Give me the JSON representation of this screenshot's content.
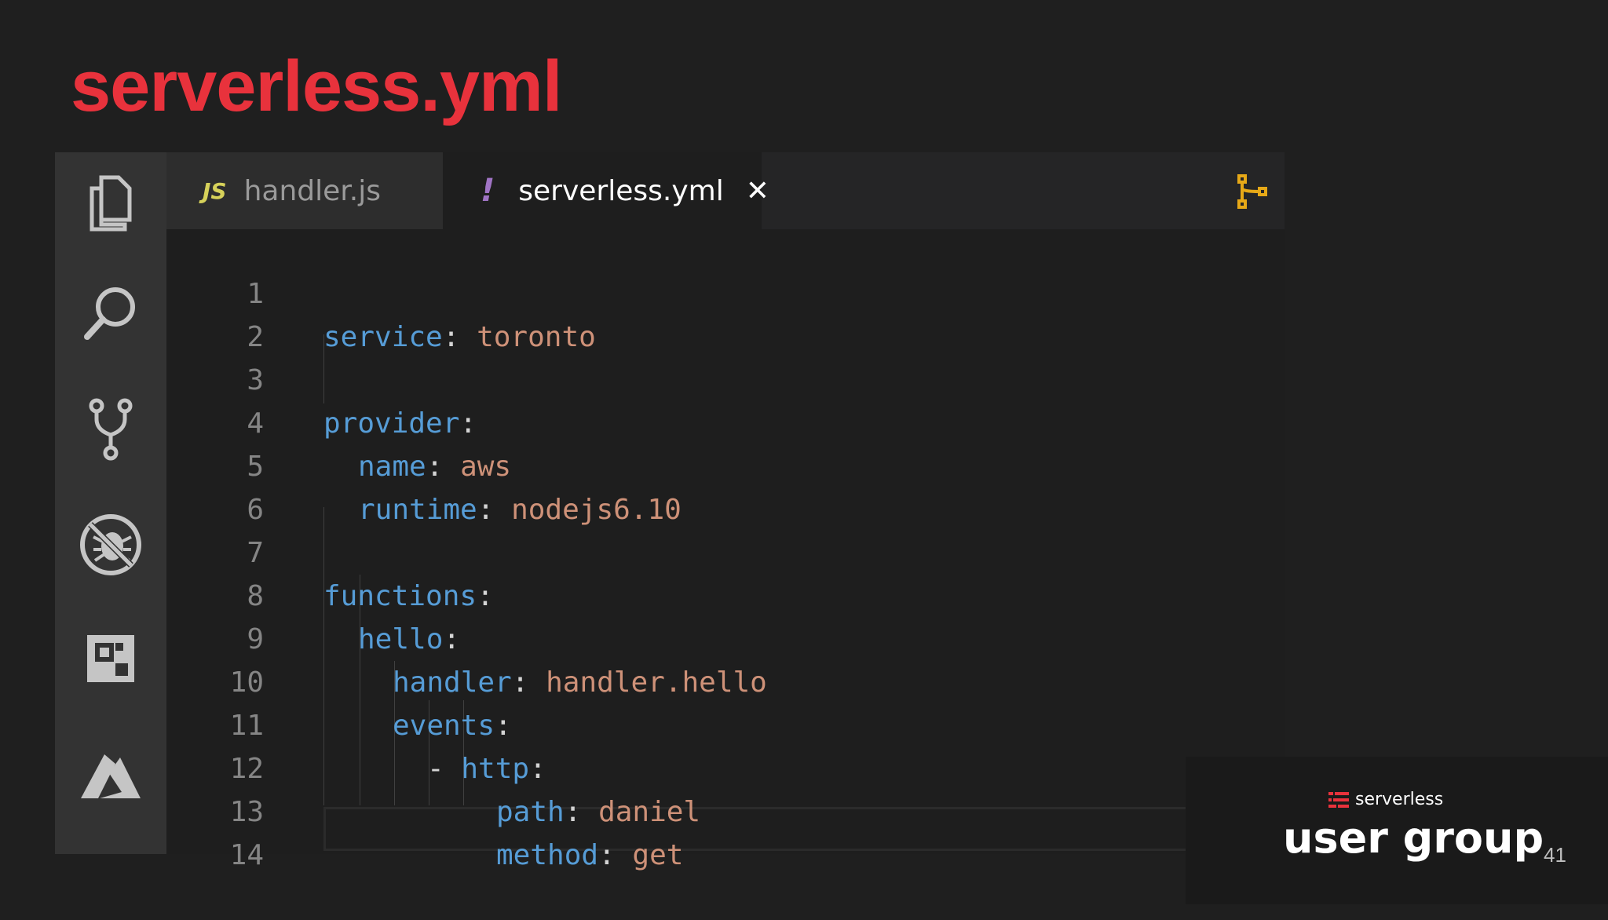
{
  "slide": {
    "title": "serverless.yml",
    "page_number": "41"
  },
  "activity_bar": {
    "items": [
      {
        "name": "explorer-icon"
      },
      {
        "name": "search-icon"
      },
      {
        "name": "source-control-icon"
      },
      {
        "name": "debug-icon"
      },
      {
        "name": "extensions-icon"
      },
      {
        "name": "azure-icon"
      }
    ]
  },
  "tabs": [
    {
      "label": "handler.js",
      "lang_badge": "JS",
      "active": false
    },
    {
      "label": "serverless.yml",
      "lang_badge": "!",
      "active": true,
      "close": "✕"
    }
  ],
  "editor": {
    "lines": [
      {
        "num": "1",
        "key": "service",
        "sep": ": ",
        "value": "toronto"
      },
      {
        "num": "2",
        "key": "",
        "sep": "",
        "value": ""
      },
      {
        "num": "3",
        "key": "provider",
        "sep": ":",
        "value": ""
      },
      {
        "num": "4",
        "key": "name",
        "sep": ": ",
        "value": "aws"
      },
      {
        "num": "5",
        "key": "runtime",
        "sep": ": ",
        "value": "nodejs6.10"
      },
      {
        "num": "6",
        "key": "",
        "sep": "",
        "value": ""
      },
      {
        "num": "7",
        "key": "functions",
        "sep": ":",
        "value": ""
      },
      {
        "num": "8",
        "key": "hello",
        "sep": ":",
        "value": ""
      },
      {
        "num": "9",
        "key": "handler",
        "sep": ": ",
        "value": "handler.hello"
      },
      {
        "num": "10",
        "key": "events",
        "sep": ":",
        "value": ""
      },
      {
        "num": "11",
        "dash": "- ",
        "key": "http",
        "sep": ":",
        "value": ""
      },
      {
        "num": "12",
        "key": "path",
        "sep": ": ",
        "value": "daniel"
      },
      {
        "num": "13",
        "key": "method",
        "sep": ": ",
        "value": "get"
      },
      {
        "num": "14",
        "key": "",
        "sep": "",
        "value": ""
      }
    ]
  },
  "branding": {
    "logo_text": "serverless",
    "main_text": "user group"
  },
  "colors": {
    "title": "#e8323c",
    "key": "#569cd6",
    "value": "#ce9178",
    "js_badge": "#d6d15a",
    "yml_badge": "#a074c4",
    "split_icon": "#e6a817"
  }
}
